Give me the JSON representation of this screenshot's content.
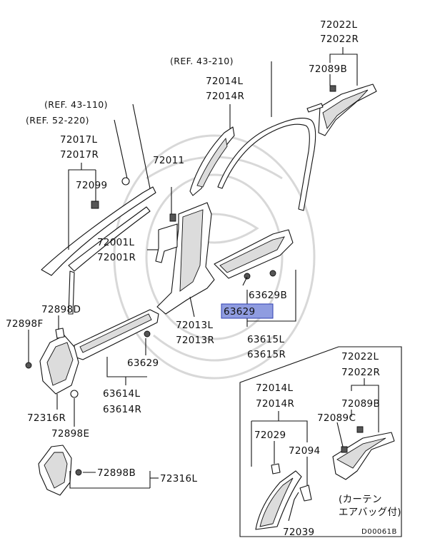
{
  "labels": {
    "l72022L_top": "72022L",
    "l72022R_top": "72022R",
    "ref43_210": "(REF. 43-210)",
    "l72089B_top": "72089B",
    "l72014L_top": "72014L",
    "l72014R_top": "72014R",
    "ref43_110": "(REF. 43-110)",
    "ref52_220": "(REF. 52-220)",
    "l72017L": "72017L",
    "l72017R": "72017R",
    "l72011": "72011",
    "l72099": "72099",
    "l72001L": "72001L",
    "l72001R": "72001R",
    "l63629B": "63629B",
    "l63629_hl": "63629",
    "l72898D": "72898D",
    "l72898F": "72898F",
    "l72013L": "72013L",
    "l72013R": "72013R",
    "l63615L": "63615L",
    "l63615R": "63615R",
    "l63629": "63629",
    "l72022L_box": "72022L",
    "l72022R_box": "72022R",
    "l72014L_box": "72014L",
    "l72014R_box": "72014R",
    "l63614L": "63614L",
    "l63614R": "63614R",
    "l72089B_box": "72089B",
    "l72089C": "72089C",
    "l72316R": "72316R",
    "l72029": "72029",
    "l72898E": "72898E",
    "l72094": "72094",
    "l72898B": "72898B",
    "l72316L": "72316L",
    "jp_line1": "(カーテン",
    "jp_line2": "エアバッグ付)",
    "l72039": "72039",
    "drawing_no": "D00061B"
  },
  "highlight_color": "#8f9ce0"
}
